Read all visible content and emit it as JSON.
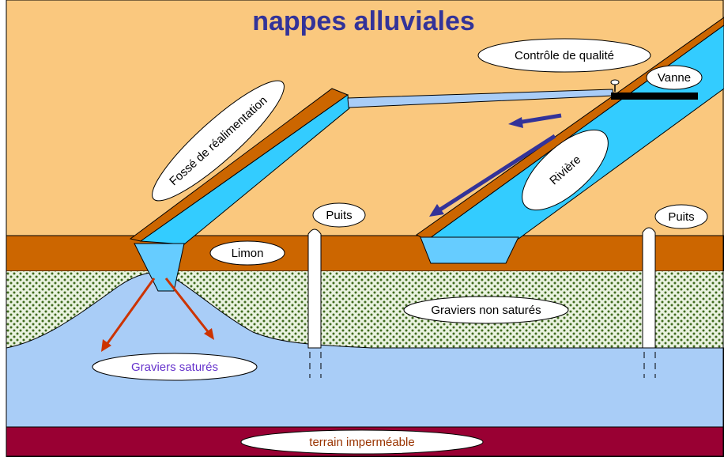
{
  "title": "nappes alluviales",
  "labels": {
    "quality_control": "Contrôle de qualité",
    "gate": "Vanne",
    "recharge_ditch": "Fossé de réalimentation",
    "river": "Rivière",
    "well_left": "Puits",
    "well_right": "Puits",
    "silt": "Limon",
    "unsaturated_gravel": "Graviers non saturés",
    "saturated_gravel": "Graviers saturés",
    "impermeable_ground": "terrain imperméable"
  },
  "colors": {
    "sky": "#FAC87E",
    "silt": "#CC6600",
    "gravel_bg": "#E9F2DF",
    "gravel_dots": "#3F6A1E",
    "aquifer": "#A9CDF7",
    "bedrock": "#990033",
    "water": "#33CCFF",
    "title": "#333399",
    "arrow_flow": "#333399",
    "arrow_infiltration": "#CC3300",
    "saturated_text": "#6633CC",
    "impermeable_text": "#993300",
    "gate": "#000000"
  }
}
